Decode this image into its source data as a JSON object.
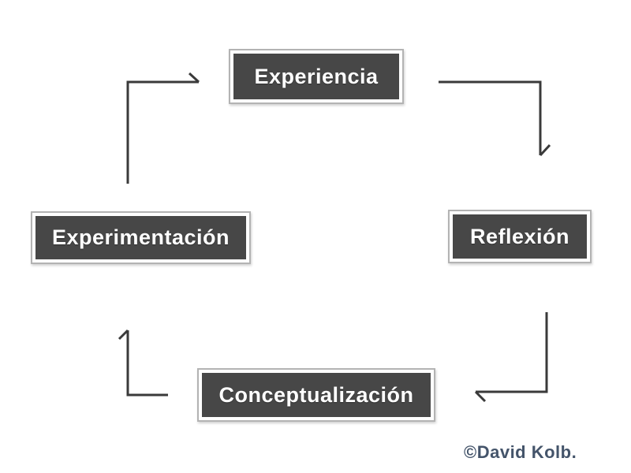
{
  "diagram": {
    "type": "cycle",
    "nodes": [
      {
        "id": "experiencia",
        "label": "Experiencia"
      },
      {
        "id": "reflexion",
        "label": "Reflexión"
      },
      {
        "id": "conceptualizacion",
        "label": "Conceptualización"
      },
      {
        "id": "experimentacion",
        "label": "Experimentación"
      }
    ],
    "edges": [
      {
        "from": "experiencia",
        "to": "reflexion"
      },
      {
        "from": "reflexion",
        "to": "conceptualizacion"
      },
      {
        "from": "conceptualizacion",
        "to": "experimentacion"
      },
      {
        "from": "experimentacion",
        "to": "experiencia"
      }
    ],
    "attribution": "©David Kolb.",
    "colors": {
      "background": "#ffffff",
      "node_fill": "#474747",
      "node_border": "#b3b3b3",
      "node_text": "#ffffff",
      "arrow": "#3a3a3a",
      "attribution_text": "#44546a"
    }
  }
}
